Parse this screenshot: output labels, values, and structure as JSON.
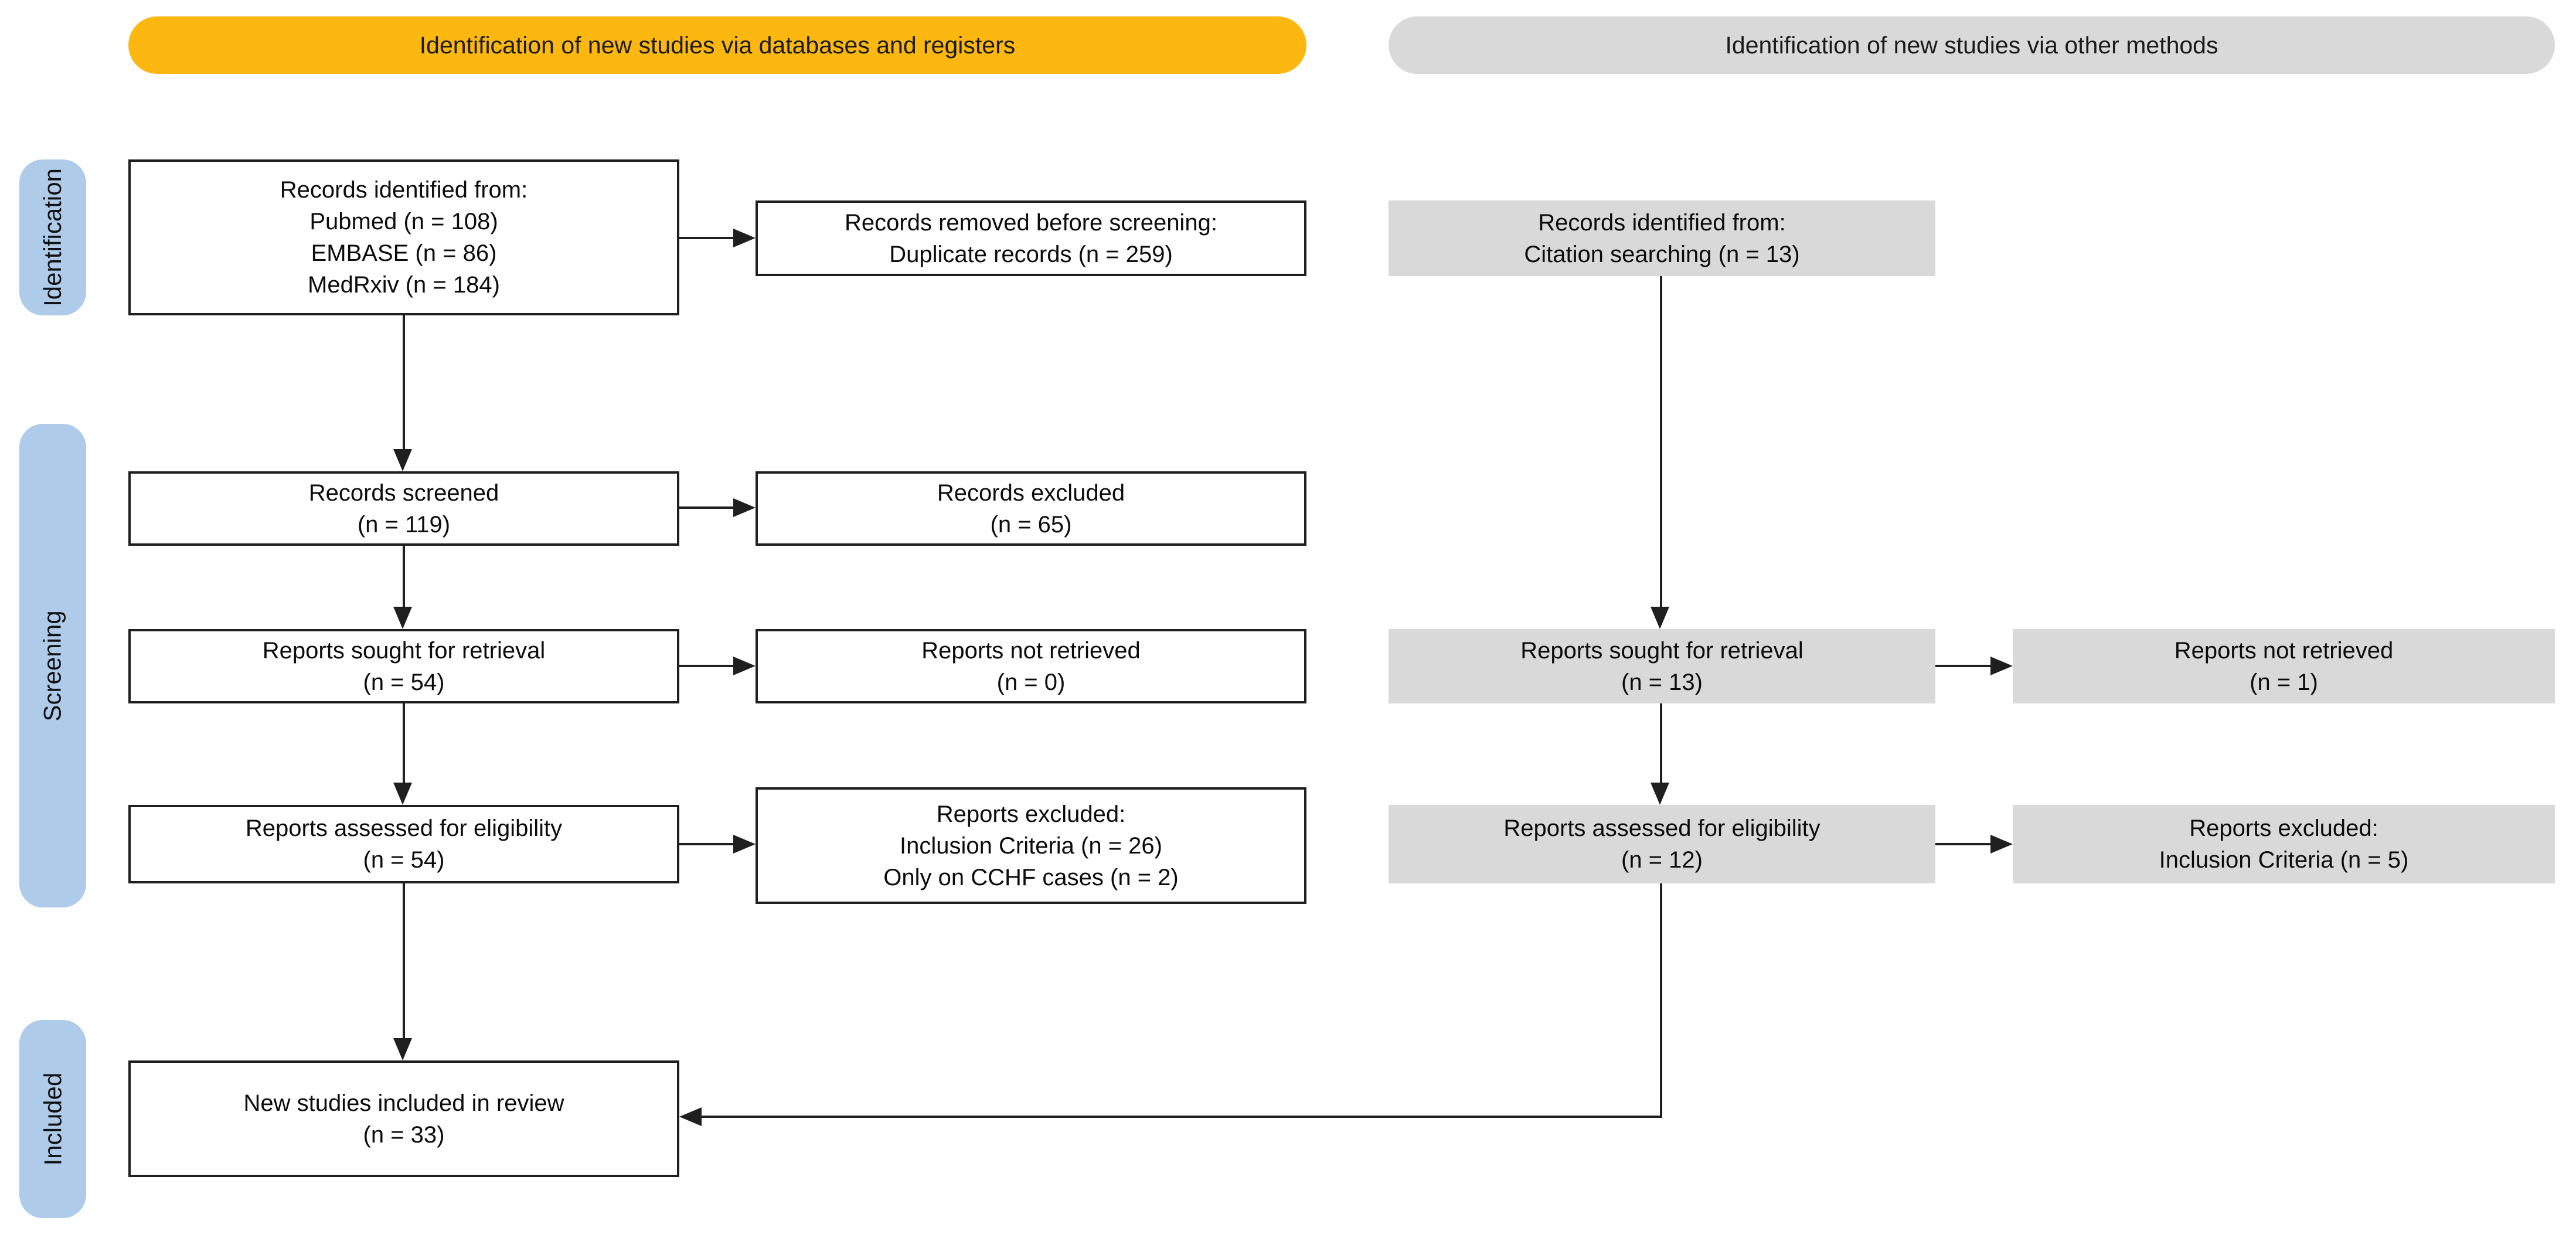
{
  "title": "PRISMA flow diagram",
  "colors": {
    "banner_yellow": "#FCB811",
    "banner_gray": "#D9D9D9",
    "box_gray_fill": "#D9D9D9",
    "stage_blue": "#AECBE9",
    "line_black": "#1F1F1F"
  },
  "banners": {
    "databases_label": "Identification of new studies via databases and registers",
    "other_label": "Identification of new studies via other methods"
  },
  "stages": {
    "identification": "Identification",
    "screening": "Screening",
    "included": "Included"
  },
  "db": {
    "records_identified": [
      "Records identified from:",
      "Pubmed (n = 108)",
      "EMBASE (n = 86)",
      "MedRxiv (n = 184)"
    ],
    "records_removed": [
      "Records removed before screening:",
      "Duplicate records (n = 259)"
    ],
    "records_screened": [
      "Records screened",
      "(n = 119)"
    ],
    "records_excluded": [
      "Records excluded",
      "(n = 65)"
    ],
    "reports_sought": [
      "Reports sought for retrieval",
      "(n = 54)"
    ],
    "reports_not_retrieved": [
      "Reports not retrieved",
      "(n = 0)"
    ],
    "reports_assessed": [
      "Reports assessed for eligibility",
      "(n = 54)"
    ],
    "reports_excluded": [
      "Reports excluded:",
      "Inclusion Criteria (n = 26)",
      "Only on CCHF cases (n = 2)"
    ],
    "new_included": [
      "New studies included in review",
      "(n = 33)"
    ]
  },
  "other": {
    "records_identified": [
      "Records identified from:",
      "Citation searching (n = 13)"
    ],
    "reports_sought": [
      "Reports sought for retrieval",
      "(n = 13)"
    ],
    "reports_not_retrieved": [
      "Reports not retrieved",
      "(n = 1)"
    ],
    "reports_assessed": [
      "Reports assessed for eligibility",
      "(n = 12)"
    ],
    "reports_excluded": [
      "Reports excluded:",
      "Inclusion Criteria (n = 5)"
    ]
  }
}
